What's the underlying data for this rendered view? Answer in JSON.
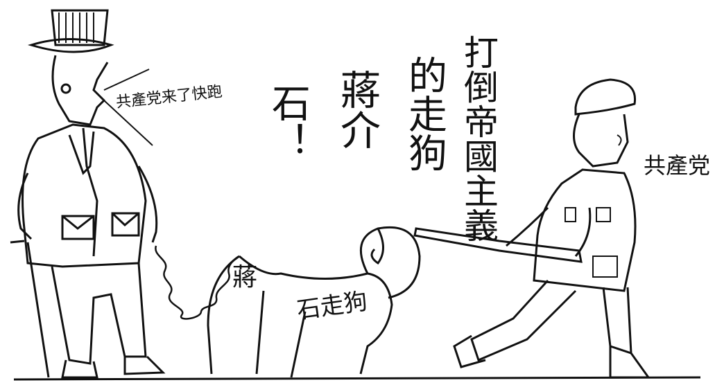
{
  "texts": {
    "slogan_col1": "打倒帝國主義",
    "slogan_col2": "的走狗",
    "slogan_col3": "蔣介",
    "slogan_col4": "石！",
    "speech_bubble": "共產党来了快跑",
    "label_right_figure": "共產党",
    "dog_label_a": "蔣",
    "dog_label_b": "石走狗"
  },
  "colors": {
    "ink": "#111111",
    "paper": "#ffffff"
  }
}
